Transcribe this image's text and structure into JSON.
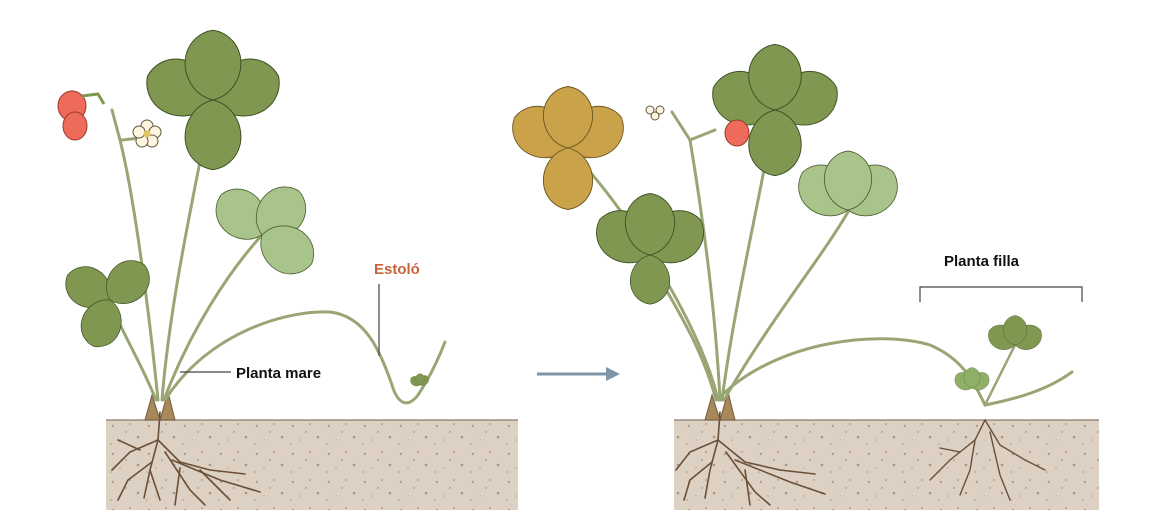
{
  "labels": {
    "stolon": "Estoló",
    "mother_plant": "Planta mare",
    "daughter_plant": "Planta filla"
  },
  "colors": {
    "stolon_label": "#c8643a",
    "soil": "#ddd1c4",
    "leaf_dark": "#7f9750",
    "leaf_light": "#a9c48a",
    "leaf_yellow": "#c9a24a",
    "stem": "#9aa574",
    "fruit": "#ee6a5a",
    "root": "#6b5038",
    "arrow": "#7f94a6"
  },
  "icons": {
    "transition_arrow": "right-arrow-icon"
  }
}
